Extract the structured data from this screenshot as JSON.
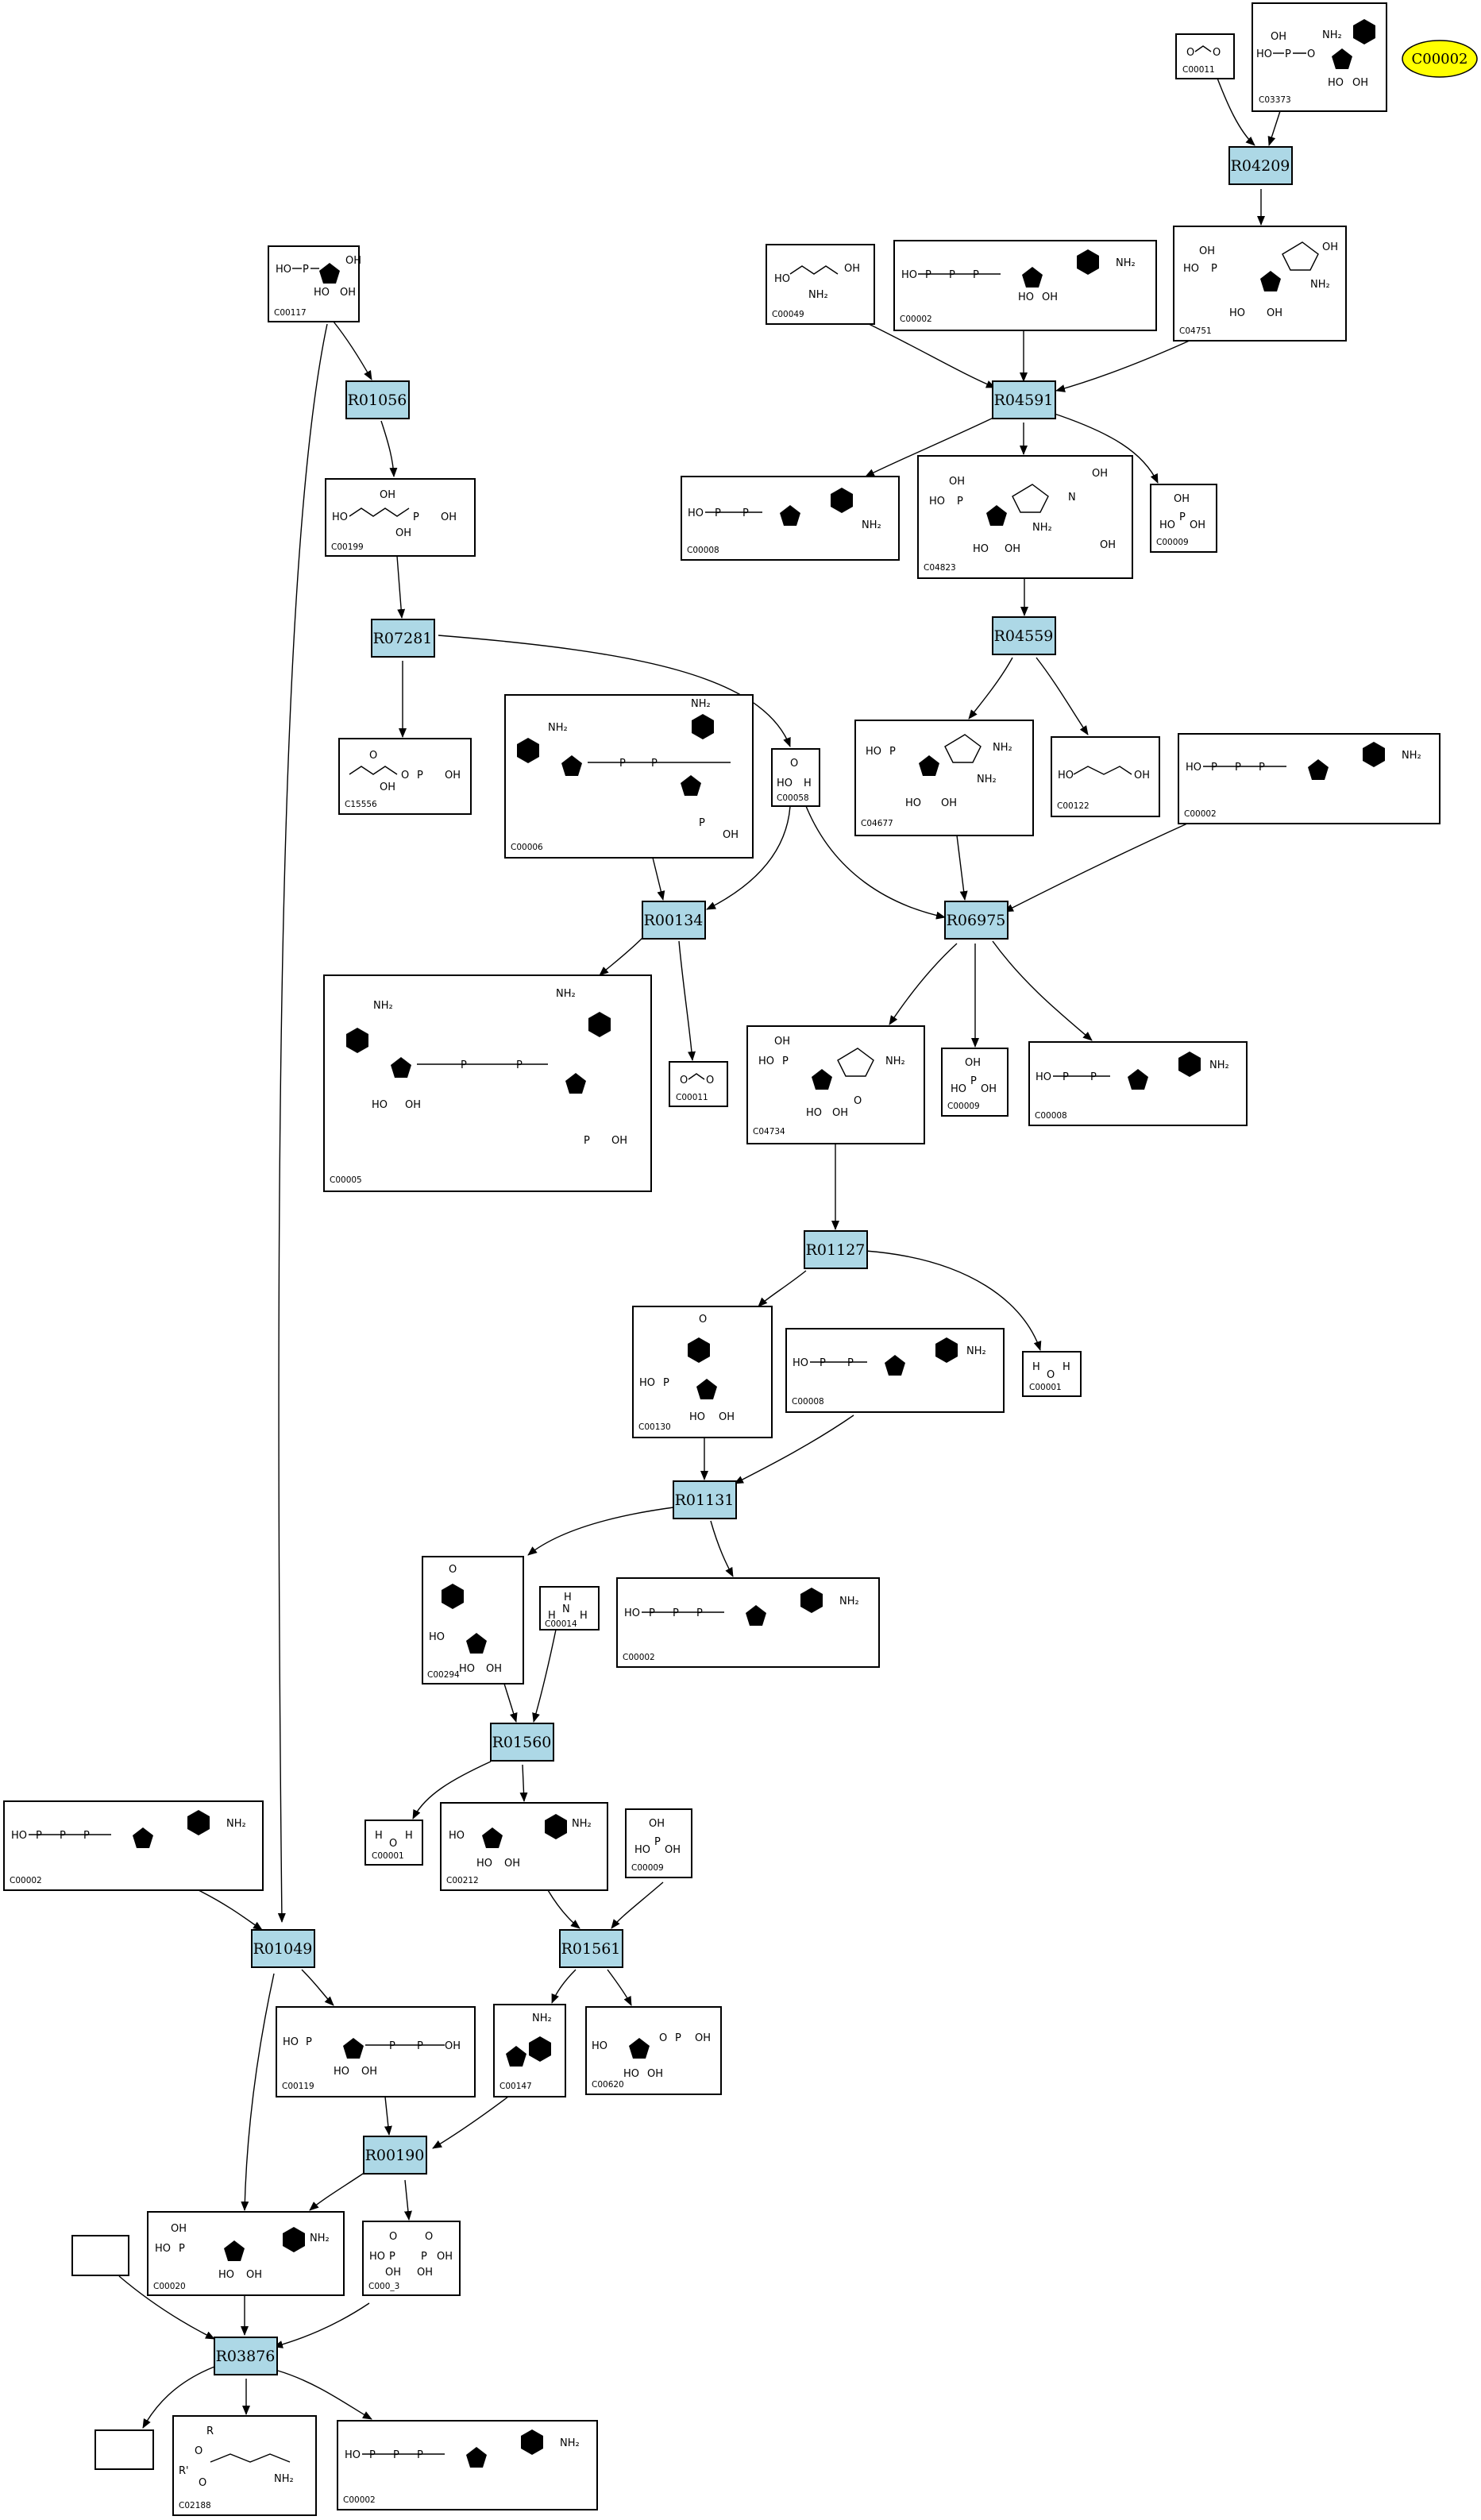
{
  "colors": {
    "reaction_fill": "#add8e6",
    "start_node_fill": "#ffff00"
  },
  "start_node": {
    "label": "C00002"
  },
  "reactions": [
    {
      "id": "R04209"
    },
    {
      "id": "R04591"
    },
    {
      "id": "R01056"
    },
    {
      "id": "R07281"
    },
    {
      "id": "R04559"
    },
    {
      "id": "R00134"
    },
    {
      "id": "R06975"
    },
    {
      "id": "R01127"
    },
    {
      "id": "R01131"
    },
    {
      "id": "R01560"
    },
    {
      "id": "R01049"
    },
    {
      "id": "R01561"
    },
    {
      "id": "R00190"
    },
    {
      "id": "R03876"
    }
  ],
  "compounds": [
    {
      "key": "c00011_a",
      "label": "C00011"
    },
    {
      "key": "c03373",
      "label": "C03373"
    },
    {
      "key": "c00117",
      "label": "C00117"
    },
    {
      "key": "c00049",
      "label": "C00049"
    },
    {
      "key": "c00002_a",
      "label": "C00002"
    },
    {
      "key": "c04751",
      "label": "C04751"
    },
    {
      "key": "c00199",
      "label": "C00199"
    },
    {
      "key": "c00008_a",
      "label": "C00008"
    },
    {
      "key": "c04823",
      "label": "C04823"
    },
    {
      "key": "c00009_a",
      "label": "C00009"
    },
    {
      "key": "c15556",
      "label": "C15556"
    },
    {
      "key": "c00006",
      "label": "C00006"
    },
    {
      "key": "c00058",
      "label": "C00058"
    },
    {
      "key": "c04677",
      "label": "C04677"
    },
    {
      "key": "c00122",
      "label": "C00122"
    },
    {
      "key": "c00002_b",
      "label": "C00002"
    },
    {
      "key": "c00005",
      "label": "C00005"
    },
    {
      "key": "c00011_b",
      "label": "C00011"
    },
    {
      "key": "c04734",
      "label": "C04734"
    },
    {
      "key": "c00009_b",
      "label": "C00009"
    },
    {
      "key": "c00008_b",
      "label": "C00008"
    },
    {
      "key": "c00130",
      "label": "C00130"
    },
    {
      "key": "c00008_c",
      "label": "C00008"
    },
    {
      "key": "c00001_a",
      "label": "C00001"
    },
    {
      "key": "c00294",
      "label": "C00294"
    },
    {
      "key": "c00014",
      "label": "C00014"
    },
    {
      "key": "c00002_c",
      "label": "C00002"
    },
    {
      "key": "c00002_d",
      "label": "C00002"
    },
    {
      "key": "c00001_b",
      "label": "C00001"
    },
    {
      "key": "c00212",
      "label": "C00212"
    },
    {
      "key": "c00009_c",
      "label": "C00009"
    },
    {
      "key": "c00119",
      "label": "C00119"
    },
    {
      "key": "c00147",
      "label": "C00147"
    },
    {
      "key": "c00620",
      "label": "C00620"
    },
    {
      "key": "c00020",
      "label": "C00020"
    },
    {
      "key": "c00013",
      "label": "C000_3"
    },
    {
      "key": "empty_a",
      "label": ""
    },
    {
      "key": "empty_b",
      "label": ""
    },
    {
      "key": "c02188",
      "label": "C02188"
    },
    {
      "key": "c00002_e",
      "label": "C00002"
    }
  ],
  "atom_labels": {
    "oh": "OH",
    "ho": "HO",
    "nh2": "NH₂",
    "o": "O",
    "p": "P",
    "n": "N",
    "h": "H",
    "r": "R",
    "rp": "R'"
  }
}
